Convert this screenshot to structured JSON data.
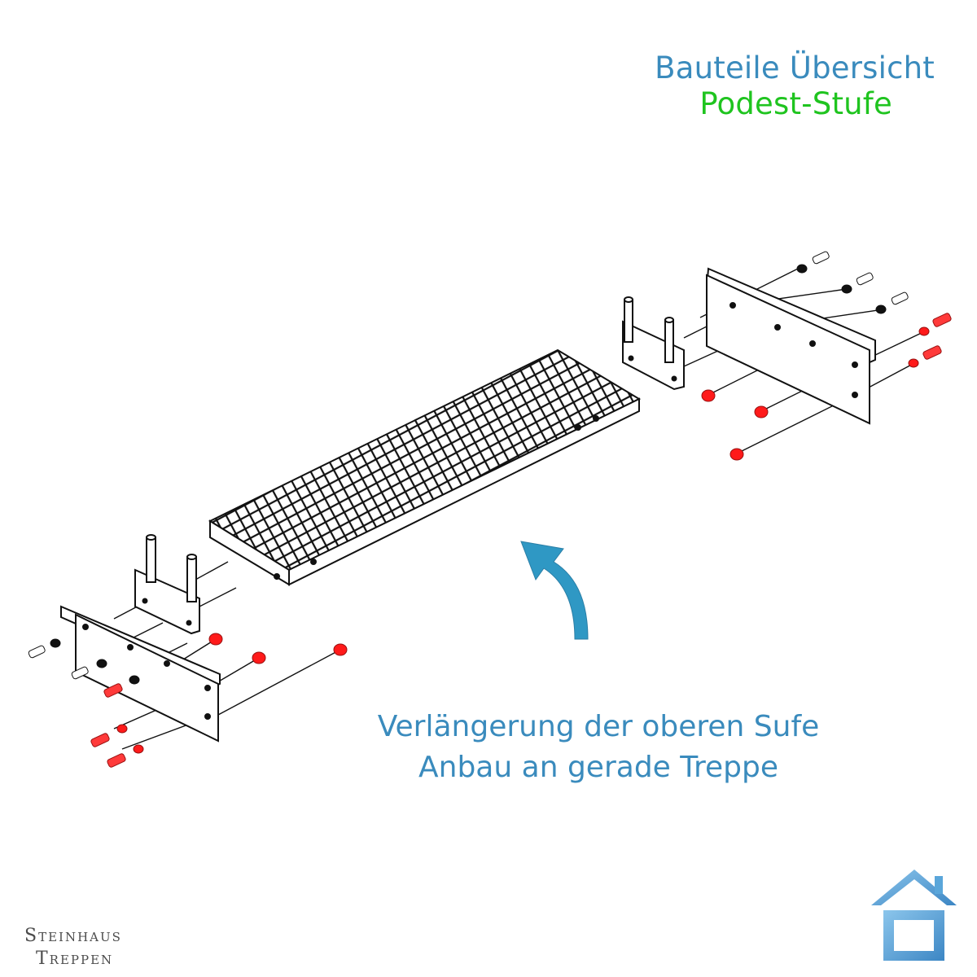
{
  "header": {
    "title_line1": "Bauteile Übersicht",
    "title_line2": "Podest-Stufe"
  },
  "caption": {
    "line1": "Verlängerung der oberen Sufe",
    "line2": "Anbau an gerade Treppe"
  },
  "brand": {
    "line1": "Steinhaus",
    "line2": "Treppen"
  },
  "colors": {
    "title_blue": "#3a8bbd",
    "subtitle_green": "#1fc41f",
    "caption_blue": "#3a8bbd",
    "arrow_blue": "#2f98c4",
    "bolt_red": "#ff1a1a",
    "line_black": "#111111",
    "logo_blue": "#5aa6da"
  },
  "icons": {
    "logo": "house-logo-icon",
    "arrow": "curved-arrow-icon"
  }
}
